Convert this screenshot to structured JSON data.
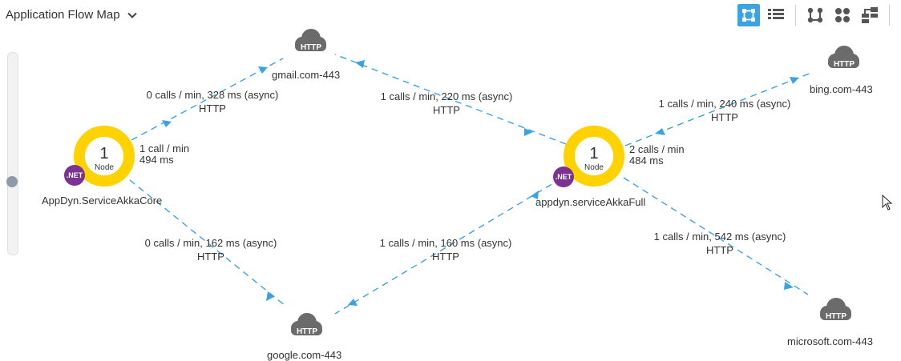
{
  "header": {
    "title": "Application Flow Map"
  },
  "colors": {
    "accent": "#3aa3e3",
    "edge": "#3aa3e3",
    "node_ring": "#ffd200",
    "dotnet_badge": "#7b3293",
    "cloud": "#6b6b6b"
  },
  "toolbar": {
    "icons": [
      "flow-map-view-icon",
      "list-view-icon",
      "connections-icon",
      "cluster-icon",
      "layout-icon"
    ]
  },
  "nodes": [
    {
      "count": "1",
      "unit": "Node",
      "badge": ".NET",
      "name": "AppDyn.ServiceAkkaCore",
      "calls": "1 call / min",
      "time": "494 ms"
    },
    {
      "count": "1",
      "unit": "Node",
      "badge": ".NET",
      "name": "appdyn.serviceAkkaFull",
      "calls": "2 calls / min",
      "time": "484 ms"
    }
  ],
  "backends": [
    {
      "type": "HTTP",
      "name": "gmail.com-443"
    },
    {
      "type": "HTTP",
      "name": "bing.com-443"
    },
    {
      "type": "HTTP",
      "name": "google.com-443"
    },
    {
      "type": "HTTP",
      "name": "microsoft.com-443"
    }
  ],
  "edges": [
    {
      "rate": "0 calls / min, 328 ms (async)",
      "protocol": "HTTP"
    },
    {
      "rate": "1 calls / min, 220 ms (async)",
      "protocol": "HTTP"
    },
    {
      "rate": "1 calls / min, 240 ms (async)",
      "protocol": "HTTP"
    },
    {
      "rate": "0 calls / min, 162 ms (async)",
      "protocol": "HTTP"
    },
    {
      "rate": "1 calls / min, 160 ms (async)",
      "protocol": "HTTP"
    },
    {
      "rate": "1 calls / min, 542 ms (async)",
      "protocol": "HTTP"
    }
  ]
}
